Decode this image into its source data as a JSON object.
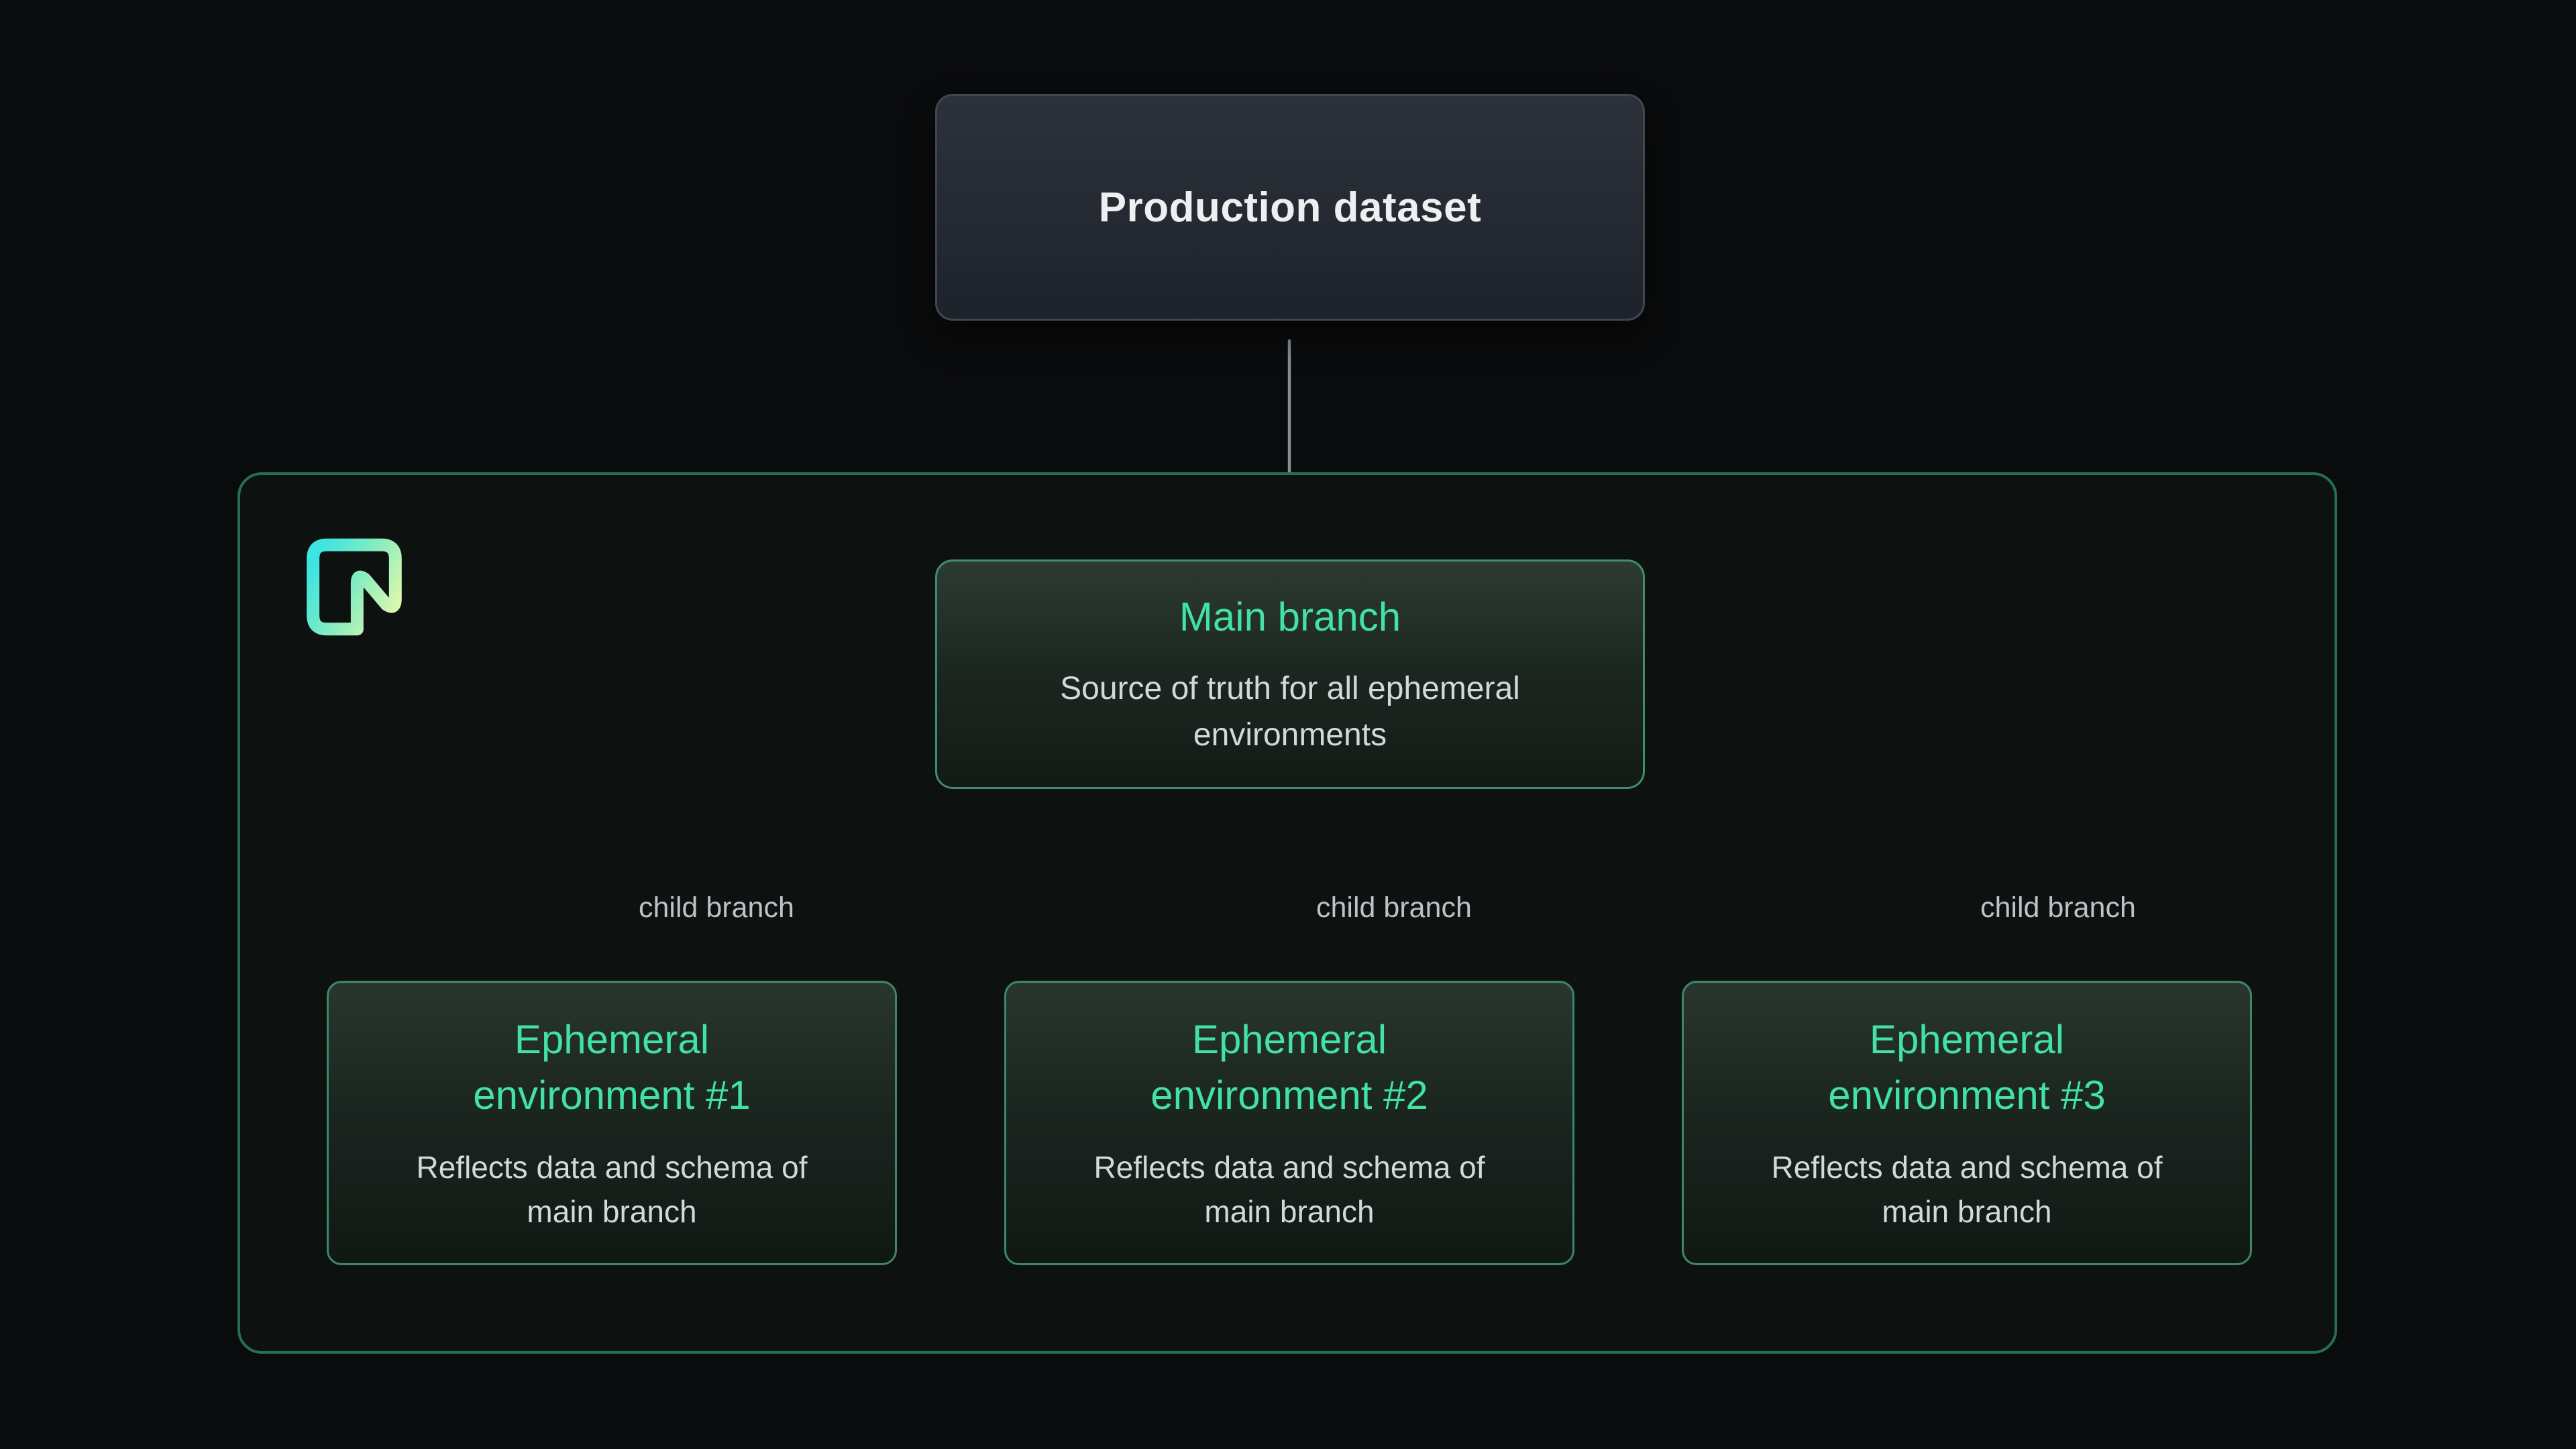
{
  "diagram": {
    "production_box": {
      "title": "Production dataset"
    },
    "container": {
      "logo": "neon-logo",
      "border_color": "#256f53",
      "background": "#0d1210"
    },
    "main_branch_box": {
      "title": "Main branch",
      "subtitle": "Source of truth for all ephemeral environments"
    },
    "connectors": {
      "arrow_color": "#878c95",
      "labels": [
        {
          "text": "child branch"
        },
        {
          "text": "child branch"
        },
        {
          "text": "child branch"
        }
      ]
    },
    "environments": [
      {
        "title": "Ephemeral environment #1",
        "subtitle": "Reflects data and schema of main branch"
      },
      {
        "title": "Ephemeral environment #2",
        "subtitle": "Reflects data and schema of main branch"
      },
      {
        "title": "Ephemeral environment #3",
        "subtitle": "Reflects data and schema of main branch"
      }
    ],
    "colors": {
      "page_background": "#0a0b0c",
      "brand_green_text": "#41e2a2",
      "subtitle_gray": "#d5d8db",
      "box_border_green": "#3f8d6c",
      "production_border_gray": "#41464f",
      "logo_gradient": [
        "#3ee4e0",
        "#86ecc0",
        "#d9f7ae"
      ]
    }
  }
}
